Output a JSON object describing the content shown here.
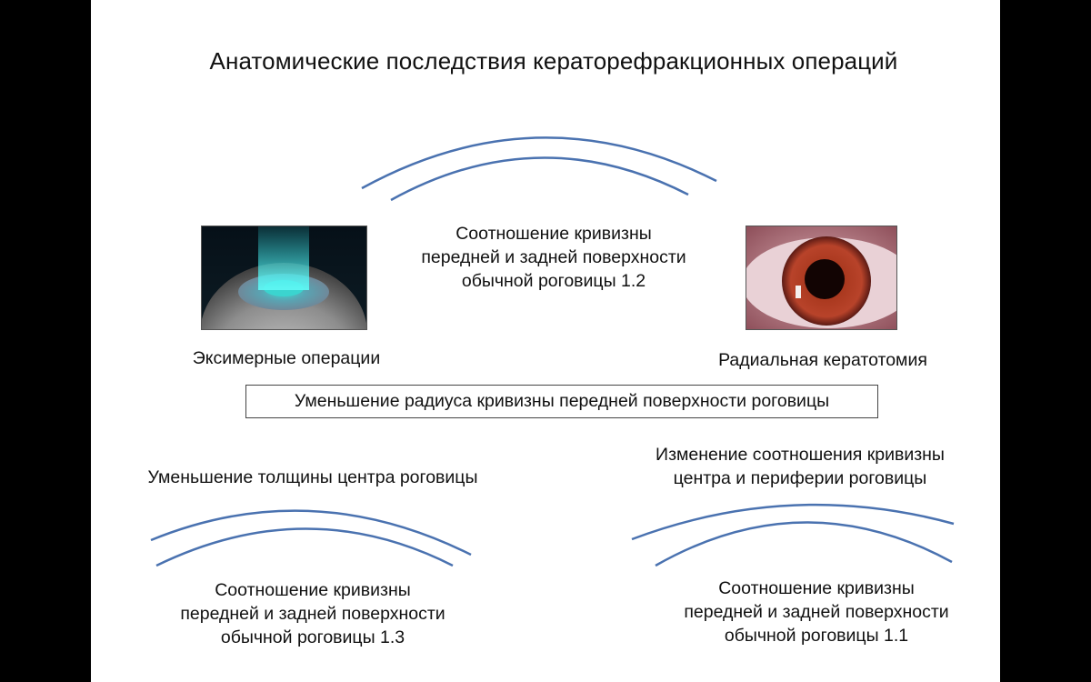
{
  "title": "Анатомические последствия кераторефракционных операций",
  "center_ratio": {
    "line1": "Соотношение кривизны",
    "line2": "передней и задней поверхности",
    "line3": "обычной роговицы 1.2"
  },
  "left_ratio": {
    "line1": "Соотношение кривизны",
    "line2": "передней и задней поверхности",
    "line3": "обычной роговицы 1.3"
  },
  "right_ratio": {
    "line1": "Соотношение кривизны",
    "line2": "передней и задней поверхности",
    "line3": "обычной роговицы 1.1"
  },
  "excimer_label": "Эксимерные операции",
  "radial_label": "Радиальная кератотомия",
  "boxed_label": "Уменьшение радиуса кривизны передней поверхности роговицы",
  "thickness_label": "Уменьшение толщины центра роговицы",
  "change_label": {
    "line1": "Изменение соотношения кривизны",
    "line2": "центра и периферии роговицы"
  },
  "colors": {
    "arc": "#4a72b0",
    "background": "#000000",
    "slide": "#ffffff"
  }
}
